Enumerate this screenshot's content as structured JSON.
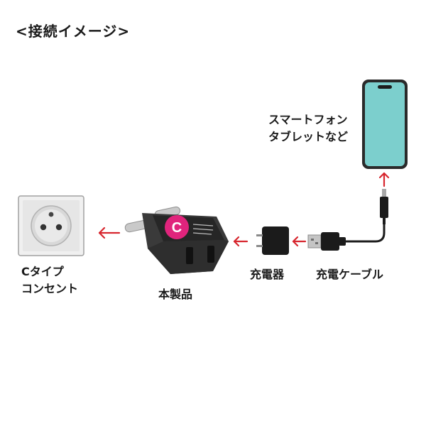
{
  "heading": "<接続イメージ>",
  "labels": {
    "smartphone_line1": "スマートフォン",
    "smartphone_line2": "タブレットなど",
    "outlet_line1": "Cタイプ",
    "outlet_line2": "コンセント",
    "product": "本製品",
    "charger": "充電器",
    "cable": "充電ケーブル"
  },
  "product_badge_letter": "C",
  "colors": {
    "arrow": "#d7262e",
    "phone_screen": "#7ccfcd",
    "badge": "#e0247c",
    "device_dark": "#1b1b1b"
  }
}
